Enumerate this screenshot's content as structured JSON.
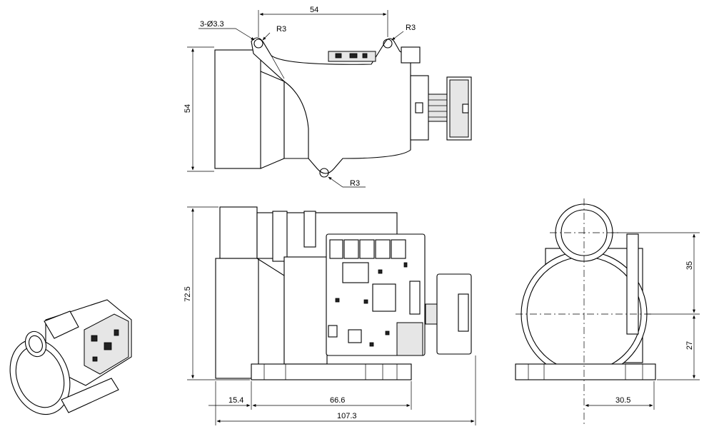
{
  "dimensions": {
    "top_width": "54",
    "top_height": "54",
    "hole_spec": "3-Ø3.3",
    "radius_a": "R3",
    "radius_b": "R3",
    "radius_c": "R3",
    "front_height": "72.5",
    "front_offset": "15.4",
    "front_body": "66.6",
    "front_total": "107.3",
    "side_upper": "35",
    "side_lower": "27",
    "side_base": "30.5"
  }
}
